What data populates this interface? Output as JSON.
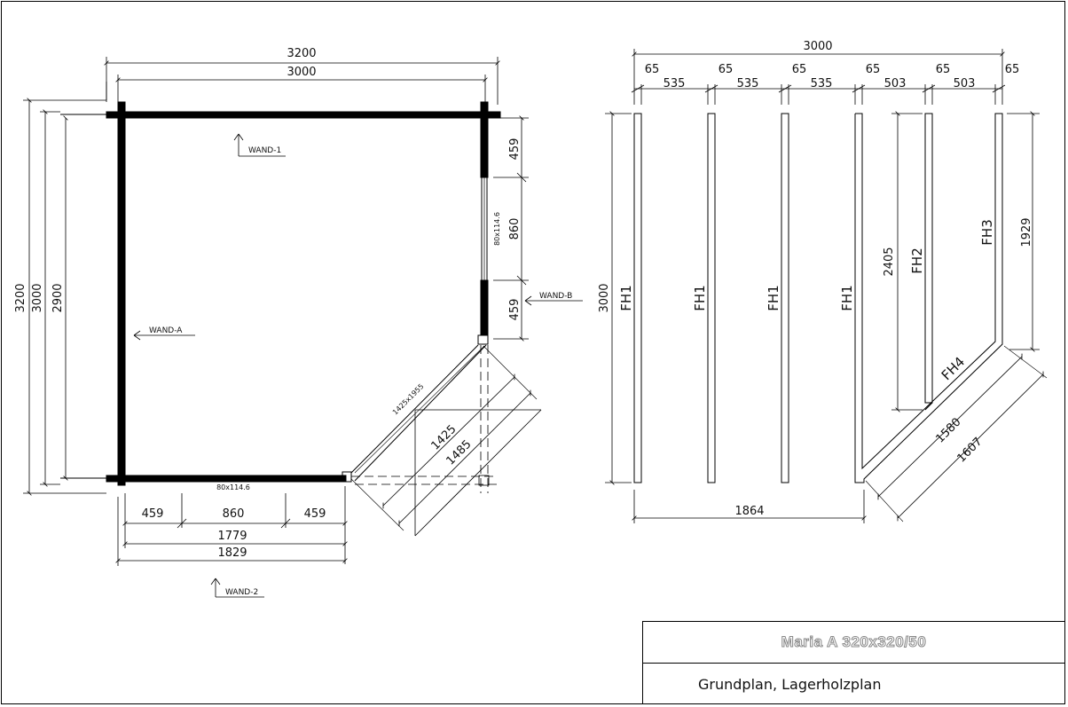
{
  "floor_plan": {
    "outer_width": "3200",
    "inner_width": "3000",
    "outer_height": "3200",
    "inner_height": "3000",
    "clear_height": "2900",
    "wall_1": "WAND-1",
    "wall_2": "WAND-2",
    "wall_a": "WAND-A",
    "wall_b": "WAND-B",
    "window_right_label": "80x114.6",
    "window_bottom_label": "80x114.6",
    "right_seg_top": "459",
    "right_seg_mid": "860",
    "right_seg_bot": "459",
    "bottom_seg_left": "459",
    "bottom_seg_mid": "860",
    "bottom_seg_right": "459",
    "bottom_total_inner": "1779",
    "bottom_total_outer": "1829",
    "door_label": "1425x1955",
    "diag_inner": "1425",
    "diag_outer": "1485"
  },
  "timber_plan": {
    "total_width": "3000",
    "gap": "65",
    "spacing_1": "535",
    "spacing_2": "535",
    "spacing_3": "535",
    "spacing_4": "503",
    "spacing_5": "503",
    "height": "3000",
    "fh1": "FH1",
    "fh2": "FH2",
    "fh3": "FH3",
    "fh4": "FH4",
    "fh2_len": "2405",
    "fh3_len": "1929",
    "bottom_width": "1864",
    "diag_inner": "1580",
    "diag_outer": "1607"
  },
  "title_block": {
    "title": "Maria A 320x320/50",
    "subtitle": "Grundplan, Lagerholzplan"
  }
}
